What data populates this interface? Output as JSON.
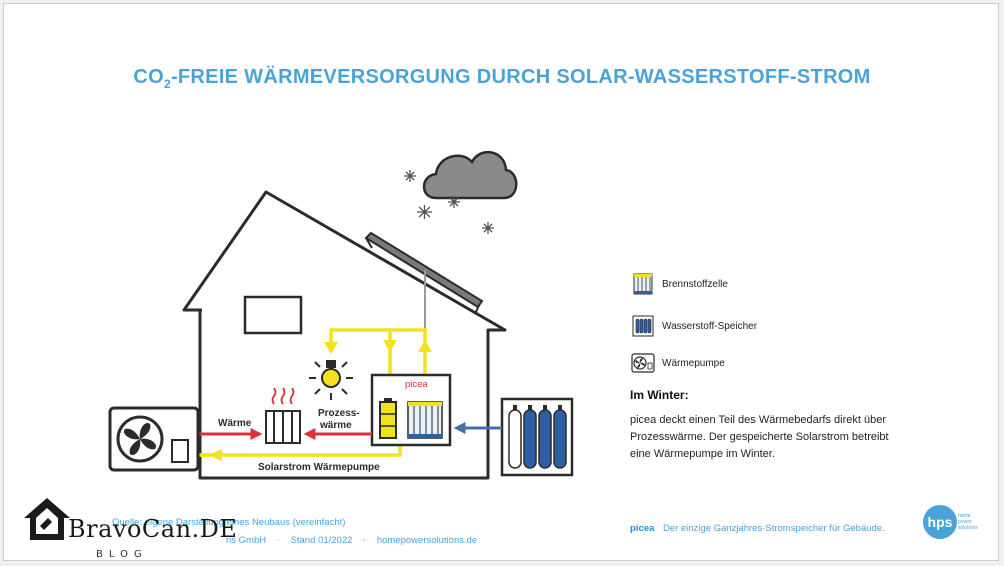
{
  "title": {
    "prefix": "CO",
    "sub": "2",
    "rest": "-FREIE WÄRMEVERSORGUNG DURCH SOLAR-WASSERSTOFF-STROM"
  },
  "diagram": {
    "labels": {
      "picea": "picea",
      "waerme": "Wärme",
      "prozess_1": "Prozess-",
      "prozess_2": "wärme",
      "solarstrom": "Solarstrom Wärmepumpe"
    }
  },
  "legend": {
    "items": [
      {
        "label": "Brennstoffzelle",
        "icon": "fuel-cell-icon"
      },
      {
        "label": "Wasserstoff-Speicher",
        "icon": "hydrogen-storage-icon"
      },
      {
        "label": "Wärmepumpe",
        "icon": "heat-pump-icon"
      }
    ]
  },
  "winter": {
    "title": "Im Winter:",
    "text": "picea deckt einen Teil des Wärmebedarfs direkt über Prozesswärme. Der gespeicherte Solarstrom betreibt eine Wärmepumpe im Winter."
  },
  "footer": {
    "source": "Quelle: eigene Darstellung eines Neubaus (vereinfacht)",
    "company": "ns GmbH",
    "stand": "Stand 01/2022",
    "website": "homepowersolutions.de",
    "picea": "picea",
    "tagline": "Der einzige Ganzjahres-Stromspeicher für Gebäude."
  },
  "logo": {
    "text": "hps",
    "small_1": "home",
    "small_2": "power",
    "small_3": "solutions"
  },
  "watermark": {
    "name": "BravoCan.DE",
    "tag": "BLOG"
  },
  "colors": {
    "accent_blue": "#4aa3d8",
    "line_yellow": "#f0e31c",
    "arrow_red": "#d9323a",
    "hydrogen_blue": "#2d5fa3",
    "dark": "#2b2b2b"
  }
}
